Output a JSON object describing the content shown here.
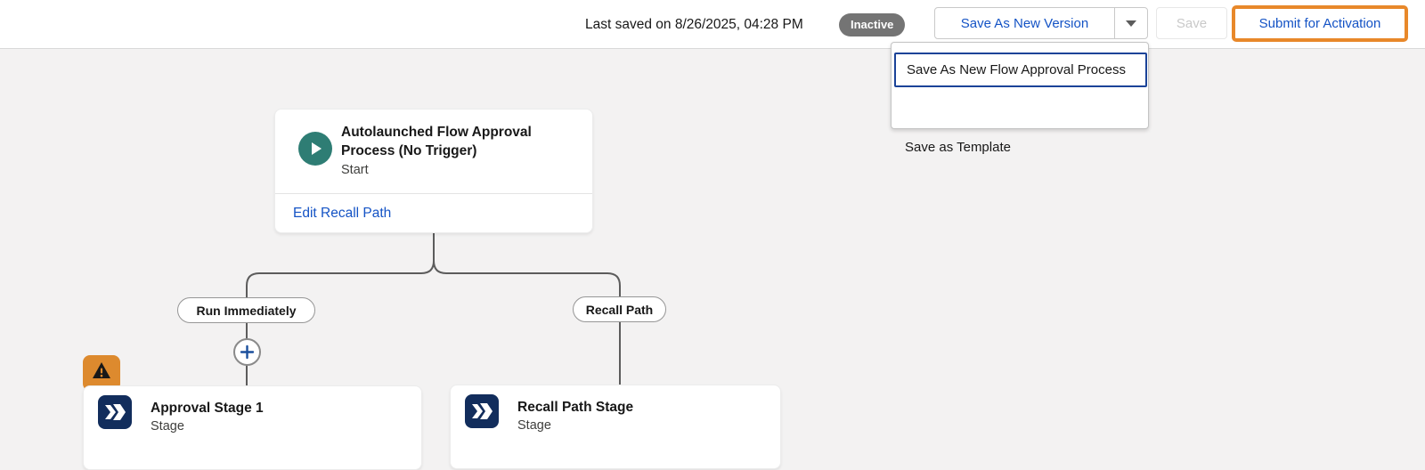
{
  "header": {
    "last_saved": "Last saved on 8/26/2025, 04:28 PM",
    "status_badge": "Inactive",
    "save_as_new_version_label": "Save As New Version",
    "save_label": "Save",
    "submit_label": "Submit for Activation"
  },
  "dropdown_menu": {
    "items": [
      {
        "label": "Save As New Flow Approval Process"
      },
      {
        "label": "Save as Template"
      }
    ]
  },
  "canvas": {
    "start_node": {
      "title": "Autolaunched Flow Approval Process (No Trigger)",
      "subtitle": "Start",
      "link": "Edit Recall Path"
    },
    "branches": [
      {
        "label": "Run Immediately"
      },
      {
        "label": "Recall Path"
      }
    ],
    "nodes": [
      {
        "title": "Approval Stage 1",
        "subtitle": "Stage",
        "warning": true
      },
      {
        "title": "Recall Path Stage",
        "subtitle": "Stage",
        "warning": false
      }
    ]
  },
  "icons": {
    "start": "play-icon",
    "stage": "double-chevron-stage-icon",
    "warning": "warning-triangle-icon",
    "dropdown": "chevron-down-icon",
    "add": "plus-icon"
  },
  "colors": {
    "accent_blue": "#1453c5",
    "focus_border_blue": "#1b4398",
    "badge_gray": "#747474",
    "start_teal": "#2e7d74",
    "stage_navy": "#122d5c",
    "warning_orange": "#dd8a2e",
    "annotation_orange": "#e8882a",
    "canvas_bg": "#f3f2f2",
    "connector_gray": "#5c5c5c"
  }
}
